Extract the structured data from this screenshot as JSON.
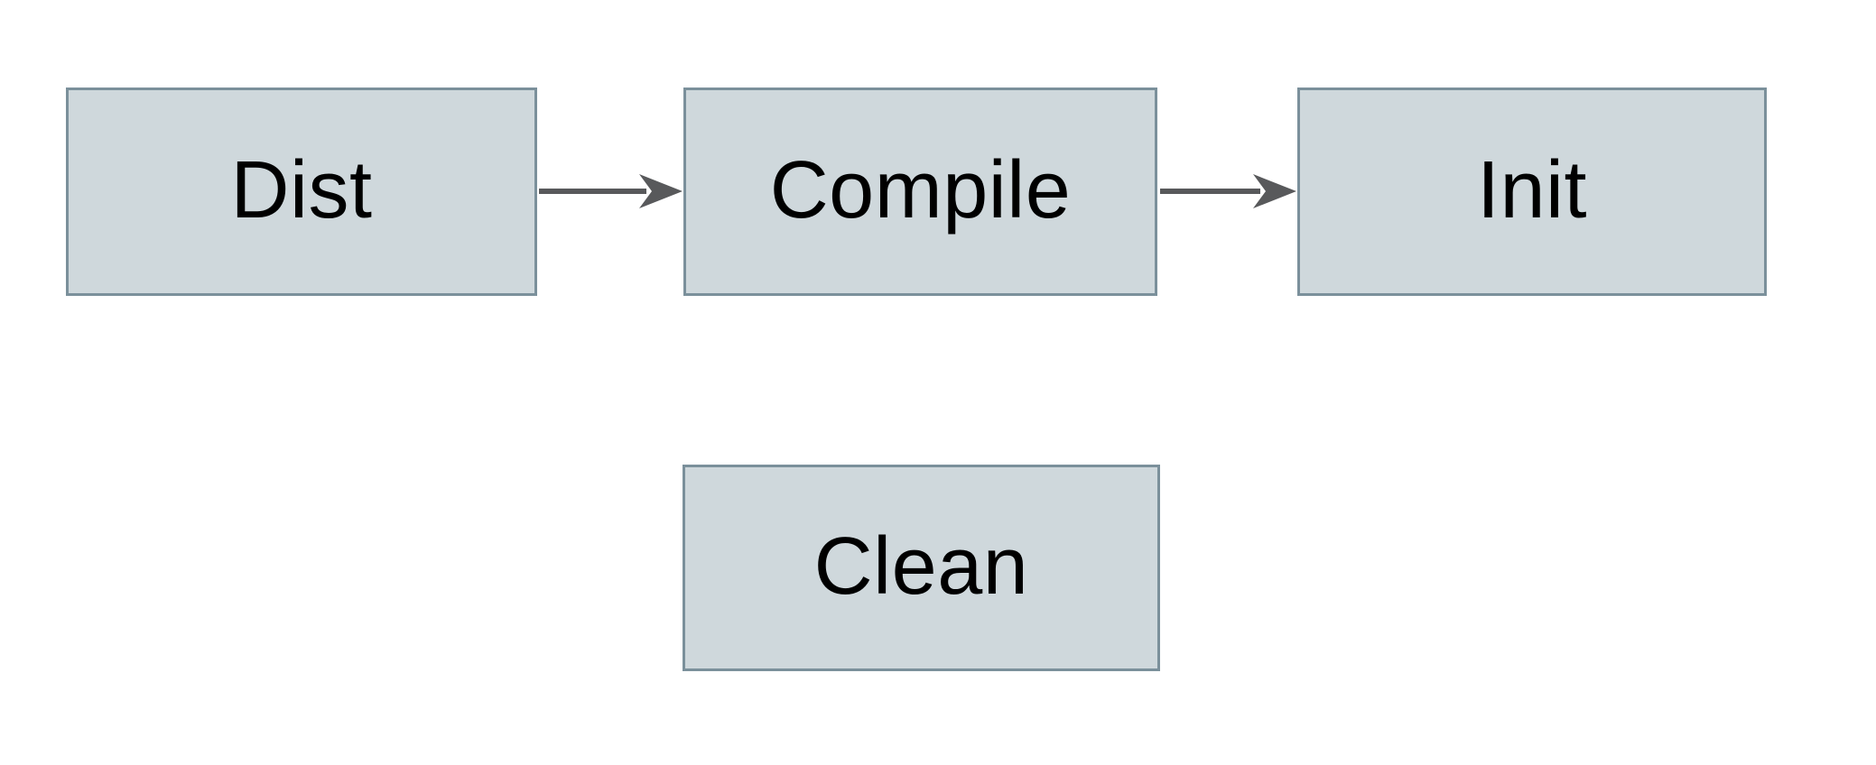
{
  "diagram": {
    "type": "flowchart",
    "colors": {
      "background": "#ffffff",
      "node_fill": "#cfd8dc",
      "node_border": "#7b909b",
      "arrow": "#58595b",
      "text": "#000000"
    },
    "nodes": [
      {
        "id": "dist",
        "label": "Dist"
      },
      {
        "id": "compile",
        "label": "Compile"
      },
      {
        "id": "init",
        "label": "Init"
      },
      {
        "id": "clean",
        "label": "Clean"
      }
    ],
    "edges": [
      {
        "from": "Dist",
        "to": "Compile"
      },
      {
        "from": "Compile",
        "to": "Init"
      }
    ]
  }
}
